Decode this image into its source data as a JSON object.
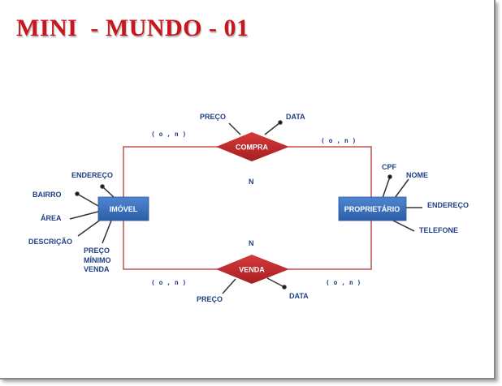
{
  "title": "MINI  - MUNDO - 01",
  "entities": [
    {
      "id": "imovel",
      "label": "IMÓVEL"
    },
    {
      "id": "proprietario",
      "label": "PROPRIETÁRIO"
    }
  ],
  "relationships": [
    {
      "id": "compra",
      "label": "COMPRA",
      "attributes": [
        "PREÇO",
        "DATA"
      ]
    },
    {
      "id": "venda",
      "label": "VENDA",
      "attributes": [
        "PREÇO",
        "DATA"
      ]
    }
  ],
  "imovel_attributes": [
    "ENDEREÇO",
    "BAIRRO",
    "ÁREA",
    "DESCRIÇÃO",
    "PREÇO",
    "MÍNIMO",
    "VENDA"
  ],
  "proprietario_attributes": [
    "CPF",
    "NOME",
    "ENDEREÇO",
    "TELEFONE"
  ],
  "cardinalities": {
    "compra_left": "( o , n )",
    "compra_right": "( o , n )",
    "venda_left": "( o , n )",
    "venda_right": "( o , n )",
    "top_n": "N",
    "bottom_n": "N"
  },
  "colors": {
    "title": "#c8161d",
    "entity": "#3a6fbf",
    "relationship": "#c0292d",
    "connector": "#c0504d",
    "label": "#1f3f86"
  }
}
